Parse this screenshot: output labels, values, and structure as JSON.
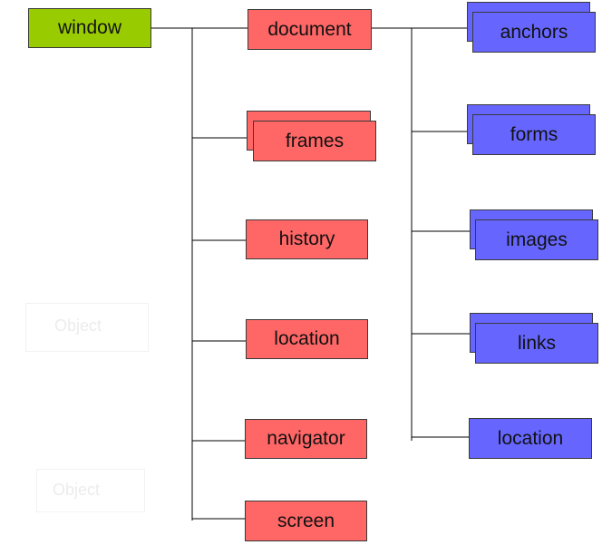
{
  "diagram": {
    "root": "window",
    "window_children": [
      "document",
      "frames",
      "history",
      "location",
      "navigator",
      "screen"
    ],
    "document_children": [
      "anchors",
      "forms",
      "images",
      "links",
      "location"
    ],
    "ghost_texts": [
      "Object",
      "Object"
    ]
  },
  "colors": {
    "root": "#99cc00",
    "window_child": "#ff6666",
    "document_child": "#6666ff",
    "line": "#000000"
  }
}
